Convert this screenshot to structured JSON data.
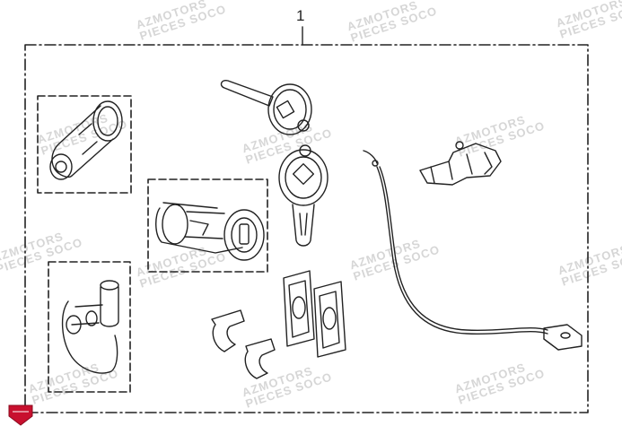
{
  "diagram": {
    "callout_number": "1"
  },
  "watermark": {
    "line1": "AZMOTORS",
    "line2": "PIECES SOCO"
  },
  "brand": {
    "logo_color": "#c8102e"
  }
}
